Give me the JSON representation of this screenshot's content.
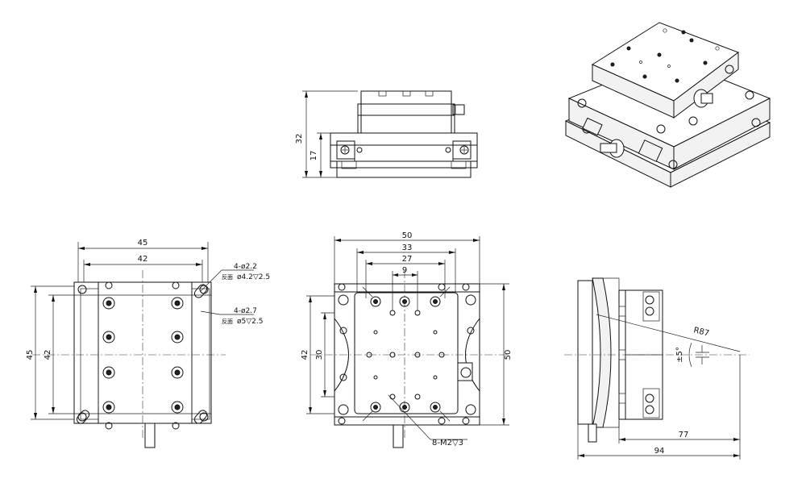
{
  "front_view": {
    "dim_height": "32",
    "dim_base": "17"
  },
  "left_top_view": {
    "dim_width_outer": "45",
    "dim_width_inner": "42",
    "dim_height_outer": "45",
    "dim_height_inner": "42",
    "note_hole_1_a": "4-ø2.2",
    "note_hole_1_b_prefix": "反面",
    "note_hole_1_b": "ø4.2▽2.5",
    "note_hole_2_a": "4-ø2.7",
    "note_hole_2_b_prefix": "反面",
    "note_hole_2_b": "ø5▽2.5"
  },
  "center_top_view": {
    "dim_w50": "50",
    "dim_w33": "33",
    "dim_w27": "27",
    "dim_w9": "9",
    "dim_h42": "42",
    "dim_h30": "30",
    "dim_h50": "50",
    "note_thread": "8-M2▽3"
  },
  "side_view": {
    "dim_radius": "R87",
    "dim_angle": "±5°",
    "dim_77": "77",
    "dim_94": "94"
  }
}
